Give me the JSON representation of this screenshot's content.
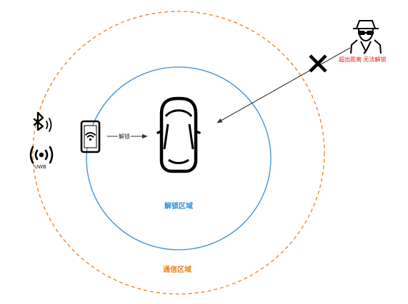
{
  "labels": {
    "unlock_zone": "解锁区域",
    "comm_zone": "通信区域",
    "out_of_range": "超出距离 无法解锁",
    "uwb": "UWB",
    "unlock_action": "解锁"
  },
  "colors": {
    "unlock_zone_stroke": "#3a8fd6",
    "comm_zone_stroke": "#e8821e",
    "out_of_range_text": "#e02020",
    "icon": "#000000",
    "arrow": "#333333"
  },
  "icons": [
    "car-icon",
    "phone-wifi-icon",
    "bluetooth-icon",
    "uwb-signal-icon",
    "hacker-icon",
    "cross-mark-icon"
  ]
}
